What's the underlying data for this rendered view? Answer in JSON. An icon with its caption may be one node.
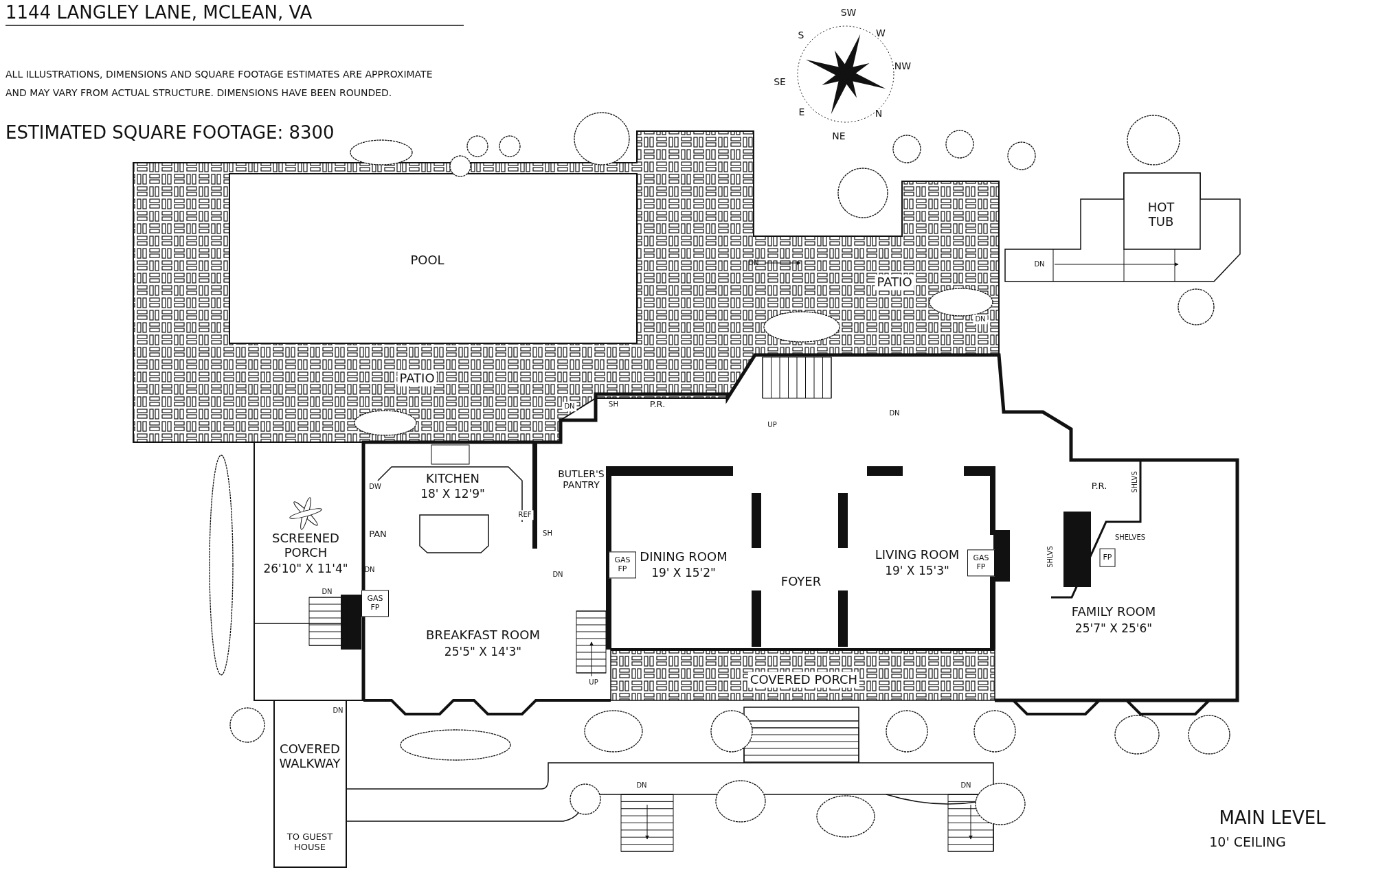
{
  "diagram": {
    "title": "1144 LANGLEY LANE, MCLEAN, VA",
    "labels": [
      "ALL ILLUSTRATIONS, DIMENSIONS AND SQUARE FOOTAGE ESTIMATES ARE APPROXIMATE AND MAY VARY FROM ACTUAL STRUCTURE. DIMENSIONS HAVE BEEN ROUNDED.",
      "ESTIMATED SQUARE FOOTAGE: 8300",
      "S",
      "SW",
      "W",
      "NW",
      "N",
      "NE",
      "E",
      "SE",
      "HOT TUB",
      "POOL",
      "DN",
      "DN",
      "PATIO",
      "DN",
      "PATIO",
      "DN",
      "SH",
      "P.R.",
      "DN",
      "UP",
      "KITCHEN",
      "18' X 12'9\"",
      "BUTLER'S PANTRY",
      "DW",
      "P.R.",
      "SHLVS",
      "REF",
      "PAN",
      "SH",
      "SHELVES",
      "SCREENED PORCH",
      "26'10\" X 11'4\"",
      "SHLVS",
      "FP",
      "GAS FP",
      "DINING ROOM",
      "19' X 15'2\"",
      "LIVING ROOM",
      "19' X 15'3\"",
      "GAS FP",
      "DN",
      "DN",
      "FOYER",
      "DN",
      "GAS FP",
      "FAMILY ROOM",
      "25'7\" X 25'6\"",
      "BREAKFAST ROOM",
      "25'5\" X 14'3\"",
      "UP",
      "COVERED PORCH",
      "DN",
      "COVERED WALKWAY",
      "DN",
      "DN",
      "MAIN LEVEL",
      "10' CEILING",
      "TO GUEST HOUSE"
    ]
  }
}
